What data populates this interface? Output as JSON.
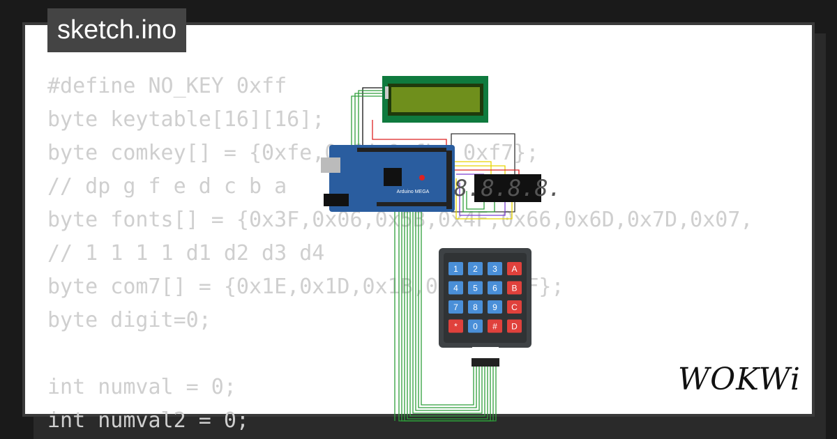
{
  "file_tab": {
    "label": "sketch.ino"
  },
  "code": {
    "lines": [
      "#define NO_KEY 0xff",
      "byte keytable[16][16];",
      "byte comkey[] = {0xfe,0xfd,0xfb, 0xf7};",
      "// dp g f e d c b a",
      "byte fonts[] = {0x3F,0x06,0x5B,0x4F,0x66,0x6D,0x7D,0x07,",
      "// 1 1 1 1 d1 d2 d3 d4",
      "byte com7[] = {0x1E,0x1D,0x1B,0x17,0x0F};",
      "byte digit=0;",
      "",
      "int numval = 0;",
      "int numval2 = 0;"
    ]
  },
  "circuit": {
    "board": {
      "label": "Arduino MEGA",
      "color": "#2a5d9f"
    },
    "lcd": {
      "bezel_color": "#0f7a3e",
      "screen_color": "#6f8f1c"
    },
    "seven_segment": {
      "text": "8.8.8.8."
    },
    "keypad": {
      "keys": [
        [
          "1",
          "2",
          "3",
          "A"
        ],
        [
          "4",
          "5",
          "6",
          "B"
        ],
        [
          "7",
          "8",
          "9",
          "C"
        ],
        [
          "*",
          "0",
          "#",
          "D"
        ]
      ],
      "number_color": "#4a8fd8",
      "letter_color": "#e0413c"
    }
  },
  "brand": {
    "logo_text": "WOKWi"
  }
}
